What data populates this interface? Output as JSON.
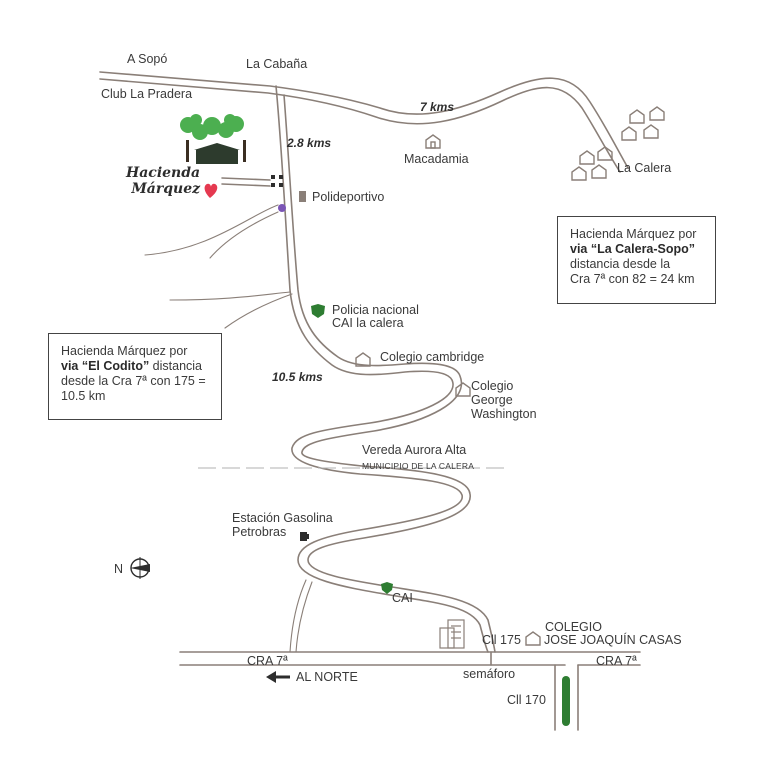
{
  "colors": {
    "road": "#8a7f78",
    "tree": "#4caf50",
    "heart": "#e53950",
    "icon": "#8a7f78",
    "sign": "#2e7d32"
  },
  "places": {
    "a_sopo": "A Sopó",
    "la_cabana": "La Cabaña",
    "club_la_pradera": "Club La Pradera",
    "macadamia": "Macadamia",
    "la_calera": "La Calera",
    "polideportivo": "Polideportivo",
    "policia_1": "Policia nacional",
    "policia_2": "CAI la calera",
    "colegio_cambridge": "Colegio cambridge",
    "colegio_gw_1": "Colegio",
    "colegio_gw_2": "George",
    "colegio_gw_3": "Washington",
    "vereda": "Vereda Aurora Alta",
    "municipio": "MUNICIPIO DE LA CALERA",
    "estacion_1": "Estación Gasolina",
    "estacion_2": "Petrobras",
    "cai": "CAI",
    "colegio_jjc_1": "COLEGIO",
    "colegio_jjc_2": "JOSE JOAQUÍN CASAS",
    "cll175": "Cll 175",
    "cra7_left": "CRA 7ª",
    "cra7_right": "CRA 7ª",
    "al_norte": "AL NORTE",
    "semaforo": "semáforo",
    "cll170": "Cll 170",
    "north": "N"
  },
  "hacienda": {
    "line1": "Hacienda",
    "line2": "Márquez"
  },
  "distances": {
    "d1": "7 kms",
    "d2": "2.8 kms",
    "d3": "10.5 kms"
  },
  "box_right": {
    "line1": "Hacienda Márquez por",
    "bold": "via “La Calera-Sopo”",
    "line3": "distancia desde la",
    "line4": "Cra 7ª con 82 = 24 km"
  },
  "box_left": {
    "line1": "Hacienda Márquez por",
    "bold": "via “El Codito”",
    "rest1": " distancia",
    "line3": "desde la Cra 7ª con 175 =",
    "line4": "10.5 km"
  }
}
